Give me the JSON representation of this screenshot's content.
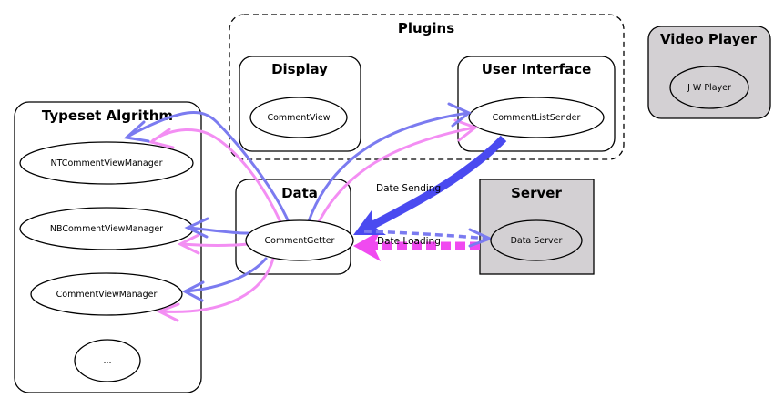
{
  "colors": {
    "blue": "#7b7bf0",
    "blue_strong": "#4a4af0",
    "pink": "#f38ef3",
    "pink_strong": "#f04af0",
    "server_fill": "#d3d0d3",
    "video_fill": "#d3d0d3"
  },
  "groups": {
    "plugins": "Plugins",
    "display": "Display",
    "user_interface": "User Interface",
    "video_player": "Video Player",
    "typeset": "Typeset Algrithm",
    "data": "Data",
    "server": "Server"
  },
  "nodes": {
    "comment_view": "CommentView",
    "comment_list_sender": "CommentListSender",
    "jw_player": "J W Player",
    "nt_manager": "NTCommentViewManager",
    "nb_manager": "NBCommentViewManager",
    "cv_manager": "CommentViewManager",
    "ellipsis": "...",
    "comment_getter": "CommentGetter",
    "data_server": "Data Server"
  },
  "edge_labels": {
    "sending": "Date Sending",
    "loading": "Date Loading"
  }
}
